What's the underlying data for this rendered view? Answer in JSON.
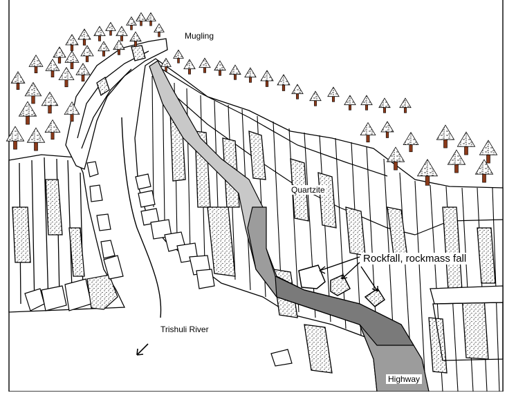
{
  "diagram": {
    "labels": {
      "mugling": "Mugling",
      "quartzite": "Quartzite",
      "rockfall": "Rockfall, rockmass fall",
      "river": "Trishuli River",
      "highway": "Highway"
    },
    "colors": {
      "ink": "#000000",
      "paper": "#ffffff",
      "tree_trunk": "#8b3a1a",
      "highway_light": "#c8c8c8",
      "highway_mid": "#9c9c9c",
      "highway_dark": "#7a7a7a"
    },
    "icons": [
      "tree-icon",
      "boulder-icon",
      "flow-arrow-icon"
    ]
  }
}
